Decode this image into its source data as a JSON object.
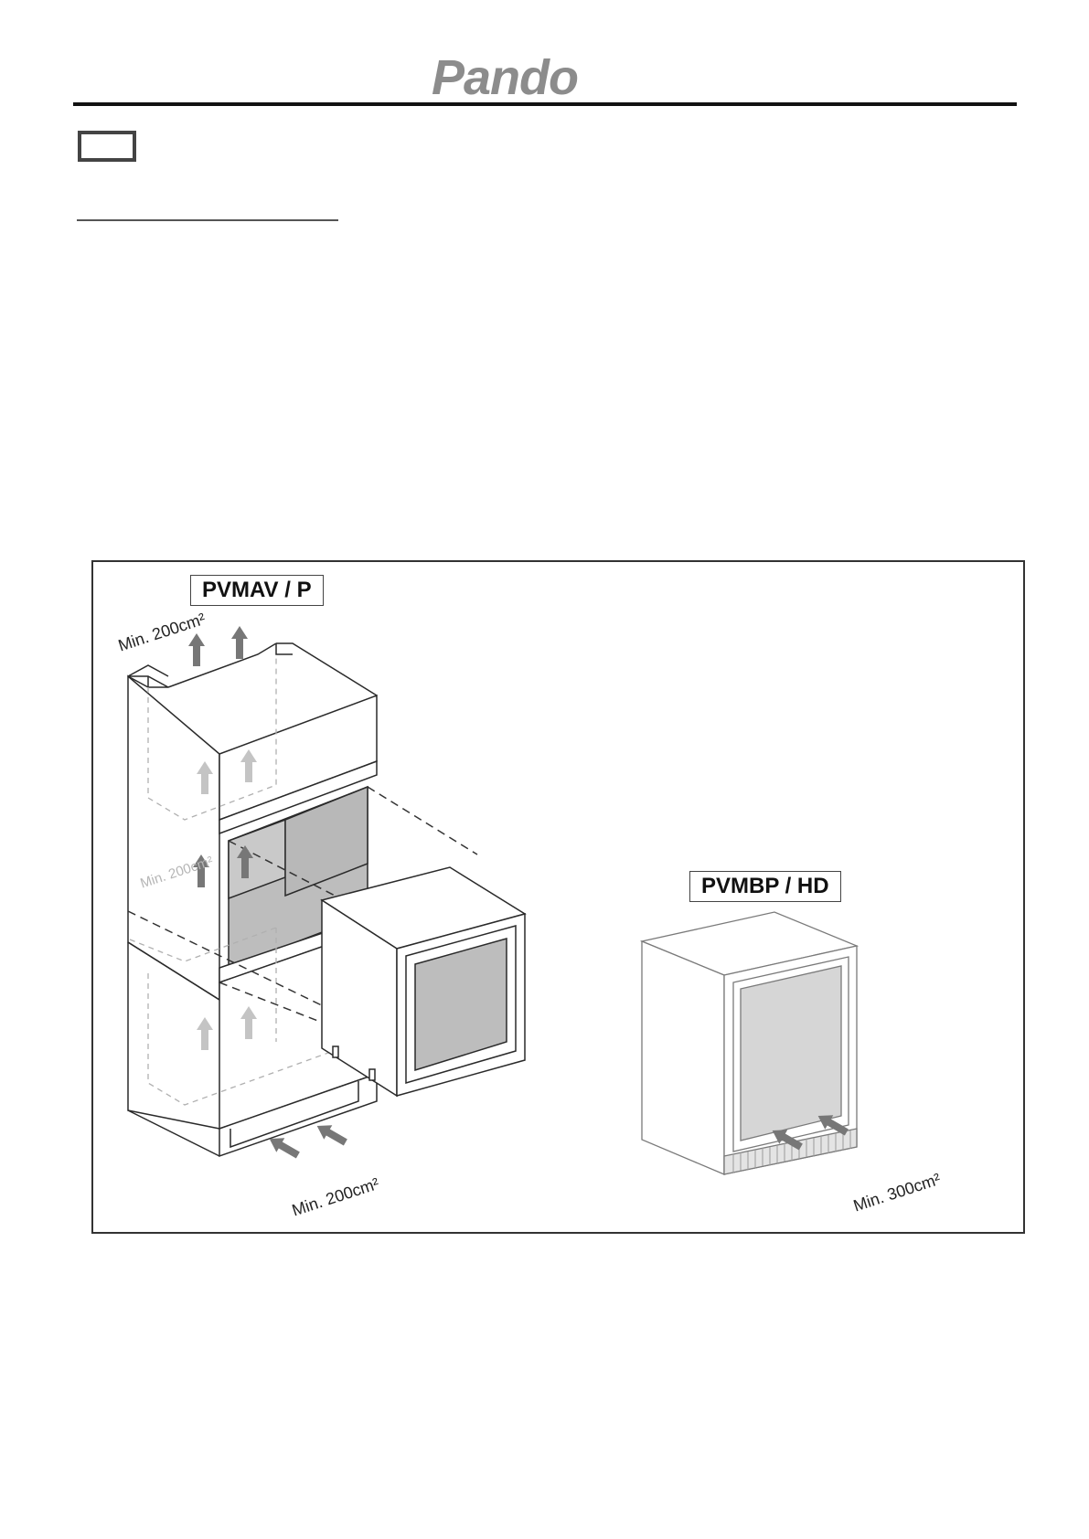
{
  "header": {
    "brand": "Pando"
  },
  "figure": {
    "left_model": {
      "label": "PVMAV / P"
    },
    "right_model": {
      "label": "PVMBP / HD"
    },
    "ventilation": {
      "top_left": "Min. 200cm²",
      "middle_left": "Min. 200cm²",
      "bottom_left": "Min. 200cm²",
      "bottom_right": "Min. 300cm²"
    }
  },
  "colors": {
    "brand_grey": "#8c8c8c",
    "arrow_dark": "#777777",
    "arrow_light": "#c4c4c4",
    "cavity_fill": "#bdbdbd",
    "outline": "#2a2a2a"
  }
}
